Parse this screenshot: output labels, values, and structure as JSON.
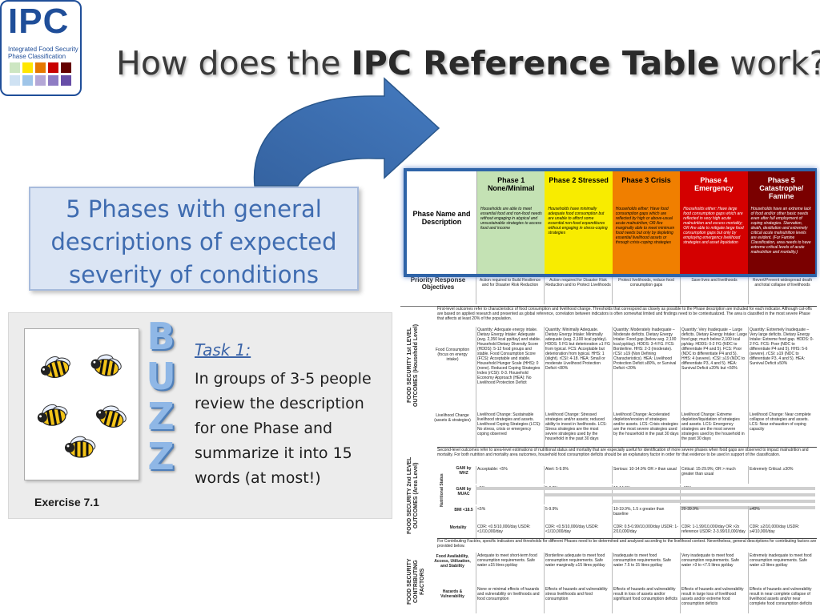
{
  "logo": {
    "title": "IPC",
    "subtitle": "Integrated Food Security Phase Classification",
    "colors": [
      "#cde6c2",
      "#ffe600",
      "#e67800",
      "#c80000",
      "#640000",
      "#cfe2f3",
      "#9fc5e8",
      "#b4a7d6",
      "#8e7cc3",
      "#674ea7"
    ]
  },
  "slide": {
    "title_prefix": "How does the ",
    "title_bold": "IPC Reference Table",
    "title_suffix": " work?"
  },
  "phases_callout": {
    "line1": "5 Phases with general",
    "line2": "descriptions of expected",
    "line3": "severity of conditions"
  },
  "task": {
    "buzz": [
      "B",
      "U",
      "Z",
      "Z"
    ],
    "title": "Task 1:",
    "line1": "In groups of 3-5 people",
    "line2": "review the description",
    "line3": "for one Phase and",
    "line4": "summarize it into 15",
    "line5": "words (at most!)",
    "exercise": "Exercise 7.1"
  },
  "reference_table": {
    "row_label_phase": "Phase Name and Description",
    "phases": [
      {
        "name": "Phase 1 None/Minimal",
        "color": "#c4e2b4",
        "text_color": "#000000",
        "desc": "Households are able to meet essential food and non-food needs without engaging in atypical and unsustainable strategies to access food and income",
        "objective": "Action required to Build Resilience and for Disaster Risk Reduction"
      },
      {
        "name": "Phase 2 Stressed",
        "color": "#f8ec00",
        "text_color": "#000000",
        "desc": "Households have minimally adequate food consumption but are unable to afford some essential non-food expenditures without engaging in stress-coping strategies",
        "objective": "Action required for Disaster Risk Reduction and to Protect Livelihoods"
      },
      {
        "name": "Phase 3 Crisis",
        "color": "#f07f00",
        "text_color": "#000000",
        "desc": "Households either: Have food consumption gaps which are reflected by high or above-usual acute malnutrition; OR Are marginally able to meet minimum food needs but only by depleting essential livelihood assets or through crisis-coping strategies",
        "objective": "Protect livelihoods, reduce food consumption gaps"
      },
      {
        "name": "Phase 4 Emergency",
        "color": "#d40000",
        "text_color": "#ffffff",
        "desc": "Households either: Have large food consumption gaps which are reflected in very high acute malnutrition and excess mortality; OR Are able to mitigate large food consumption gaps but only by employing emergency livelihood strategies and asset liquidation",
        "objective": "Save lives and livelihoods"
      },
      {
        "name": "Phase 5 Catastrophe/ Famine",
        "color": "#7a0000",
        "text_color": "#ffffff",
        "desc": "Households have an extreme lack of food and/or other basic needs even after full employment of coping strategies. Starvation, death, destitution and extremely critical acute malnutrition levels are evident. (For Famine Classification, area needs to have extreme critical levels of acute malnutrition and mortality.)",
        "objective": "Revert/Prevent widespread death and total collapse of livelihoods"
      }
    ],
    "objectives_label": "Priority Response Objectives",
    "first_level_note": "First-level outcomes refer to characteristics of food consumption and livelihood change. Thresholds that correspond as closely as possible to the Phase description are included for each indicator. Although cut-offs are based on applied research and presented as global reference, correlation between indicators is often somewhat limited and findings need to be contextualized. The area is classified in the most severe Phase that affects at least 20% of the population.",
    "first_level_side": "FOOD SECURITY 1st LEVEL OUTCOMES (Household Level)",
    "food_consumption_label": "Food Consumption (focus on energy intake)",
    "food_consumption": [
      "Quantity: Adequate energy intake. Dietary Energy Intake: Adequate (avg. 2,350 kcal pp/day) and stable. Household Dietary Diversity Score (HDDS): 5-12 food groups and stable. Food Consumption Score (FCS): Acceptable and stable. Household Hunger Scale (HHS): 0 (none). Reduced Coping Strategies Index (rCSI): 0-3. Household Economy Approach (HEA): No Livelihood Protection Deficit",
      "Quantity: Minimally Adequate. Dietary Energy Intake: Minimally adequate (avg. 2,100 kcal pp/day). HDDS: 5 FG but deterioration ≥1 FG from typical. FCS: Acceptable but deterioration from typical. HHS: 1 (slight). rCSI: 4-18. HEA: Small or moderate Livelihood Protection Deficit <80%",
      "Quantity: Moderately Inadequate – Moderate deficits. Dietary Energy Intake: Food gap (below avg. 2,100 kcal pp/day). HDDS: 3-4 FG. FCS: Borderline. HHS: 2-3 (moderate). rCSI: ≥19 (Non Defining Characteristics). HEA: Livelihood Protection Deficit ≥80%, or Survival Deficit <20%",
      "Quantity: Very Inadequate – Large deficits. Dietary Energy Intake: Large food gap; much below 2,100 kcal pp/day. HDDS: 0-2 FG (NDC to differentiate P4 and 5). FCS: Poor (NDC to differentiate P4 and 5). HHS: 4 (severe). rCSI: ≥19 (NDC to differentiate P3, 4 and 5). HEA: Survival Deficit ≥20% but <50%",
      "Quantity: Extremely Inadequate – Very large deficits. Dietary Energy Intake: Extreme food gap. HDDS: 0-2 FG. FCS: Poor (NDC to differentiate P4 and 5). HHS: 5-6 (severe). rCSI: ≥19 (NDC to differentiate P3, 4 and 5). HEA: Survival Deficit ≥50%"
    ],
    "livelihood_label": "Livelihood Change (assets & strategies)",
    "livelihood": [
      "Livelihood Change: Sustainable livelihood strategies and assets. Livelihood Coping Strategies (LCS): No stress, crisis or emergency coping observed",
      "Livelihood Change: Stressed strategies and/or assets; reduced ability to invest in livelihoods. LCS: Stress strategies are the most severe strategies used by the household in the past 30 days",
      "Livelihood Change: Accelerated depletion/erosion of strategies and/or assets. LCS: Crisis strategies are the most severe strategies used by the household in the past 30 days",
      "Livelihood Change: Extreme depletion/liquidation of strategies and assets. LCS: Emergency strategies are the most severe strategies used by the household in the past 30 days",
      "Livelihood Change: Near complete collapse of strategies and assets. LCS: Near exhaustion of coping capacity"
    ],
    "second_level_note": "Second-level outcomes refer to area-level estimations of nutritional status and mortality that are especially useful for identification of more severe phases when food gaps are observed to impact malnutrition and mortality. For both nutrition and mortality area outcomes, household food consumption deficits should be an explanatory factor in order for that evidence to be used in support of the classification.",
    "second_level_side": "FOOD SECURITY 2nd LEVEL OUTCOMES (Area Level)",
    "nutritional_label": "Nutritional Status",
    "gam_whz_label": "GAM by WHZ",
    "gam_whz": [
      "Acceptable: <5%",
      "Alert: 5-9.9%",
      "Serious: 10-14.9% OR > than usual",
      "Critical: 15-29.9%; OR > much greater than usual",
      "Extremely Critical: ≥30%"
    ],
    "gam_muac_label": "GAM by MUAC",
    "gam_muac": [
      "<5%",
      "5-9.9%",
      "10-14.9%",
      "≥15%"
    ],
    "bmi_label": "BMI <18.5",
    "bmi": [
      "<5%",
      "5-9.9%",
      "10-19.9%, 1.5 x greater than baseline",
      "20-39.9%",
      "≥40%"
    ],
    "mortality_label": "Mortality",
    "mortality": [
      "CDR: <0.5/10,000/day USDR: <1/10,000/day",
      "CDR: <0.5/10,000/day USDR: <1/10,000/day",
      "CDR: 0.5-0.99/10,000/day USDR: 1-2/10,000/day",
      "CDR: 1-1.99/10,000/day OR >2x reference USDR: 2-3.99/10,000/day",
      "CDR: ≥2/10,000/day USDR: ≥4/10,000/day"
    ],
    "contributing_note": "For Contributing Factors, specific indicators and thresholds for different Phases need to be determined and analysed according to the livelihood context. Nevertheless, general descriptions for contributing factors are provided below.",
    "contributing_side": "FOOD SECURITY CONTRIBUTING FACTORS",
    "availability_label": "Food Availability, Access, Utilization, and Stability",
    "availability": [
      "Adequate to meet short-term food consumption requirements. Safe water ≥15 litres pp/day",
      "Borderline adequate to meet food consumption requirements. Safe water marginally ≥15 litres pp/day",
      "Inadequate to meet food consumption requirements. Safe water 7.5 to 15 litres pp/day",
      "Very inadequate to meet food consumption requirements. Safe water >3 to <7.5 litres pp/day",
      "Extremely inadequate to meet food consumption requirements. Safe water ≤3 litres pp/day"
    ],
    "hazards_label": "Hazards & Vulnerability",
    "hazards": [
      "None or minimal effects of hazards and vulnerability on livelihoods and food consumption",
      "Effects of hazards and vulnerability stress livelihoods and food consumption",
      "Effects of hazards and vulnerability result in loss of assets and/or significant food consumption deficits",
      "Effects of hazards and vulnerability result in large loss of livelihood assets and/or extreme food consumption deficits",
      "Effects of hazards and vulnerability result in near complete collapse of livelihood assets and/or near complete food consumption deficits"
    ]
  }
}
